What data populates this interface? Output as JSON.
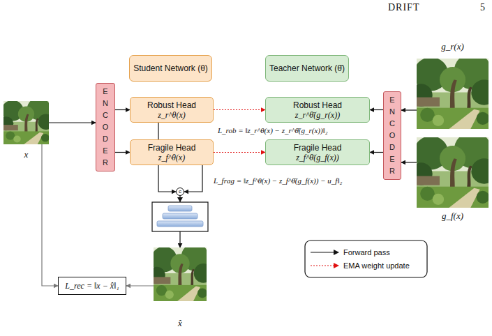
{
  "diagram": {
    "nodes": [
      {
        "text": [
          "Student Network (θ)"
        ]
      },
      {
        "text": [
          "Teacher Network (θ̄)"
        ]
      },
      {
        "text": [
          "x"
        ]
      },
      {
        "text": [
          "E N C O D E R"
        ]
      },
      {
        "text": [
          "Robust Head",
          "z_r^θ(x)"
        ]
      },
      {
        "text": [
          "Fragile Head",
          "z_f^θ(x)"
        ]
      },
      {
        "text": [
          "Robust Head",
          "z_r^θ̄(g_r(x))"
        ]
      },
      {
        "text": [
          "Fragile Head",
          "z_f^θ̄(g_f(x))"
        ]
      },
      {
        "text": [
          "E N C O D E R"
        ]
      },
      {
        "text": [
          "g_r(x)"
        ]
      },
      {
        "text": [
          "g_f(x)"
        ]
      },
      {
        "text": [
          "c"
        ]
      },
      {
        "text": [
          "x̂"
        ]
      },
      {
        "text": [
          "L_rec = ‖x − x̂‖₁"
        ]
      }
    ],
    "edges": [
      {
        "from": 2,
        "to": 3,
        "arrow": "to"
      },
      {
        "from": 3,
        "to": 4,
        "arrow": "to"
      },
      {
        "from": 3,
        "to": 5,
        "arrow": "to"
      },
      {
        "from": 4,
        "to": 11,
        "arrow": "to"
      },
      {
        "from": 5,
        "to": 11,
        "arrow": "to"
      },
      {
        "from": 11,
        "to": 12,
        "arrow": "to"
      },
      {
        "from": 4,
        "to": 6,
        "arrow": "to"
      },
      {
        "from": 5,
        "to": 7,
        "arrow": "to"
      },
      {
        "from": 8,
        "to": 6,
        "arrow": "to"
      },
      {
        "from": 8,
        "to": 7,
        "arrow": "to"
      },
      {
        "from": 9,
        "to": 8,
        "arrow": "to"
      },
      {
        "from": 10,
        "to": 8,
        "arrow": "to"
      },
      {
        "from": 2,
        "to": 13,
        "arrow": "to"
      },
      {
        "from": 12,
        "to": 13,
        "arrow": "to"
      }
    ],
    "labels": [
      "DRIFT",
      "5",
      "L_rob = ‖z_r^θ(x) − z_r^θ̄(g_r(x))‖₂",
      "L_frag = ‖z_f^θ(x) − z_f^θ̄(g_f(x)) − u_f‖₂"
    ],
    "legend": [
      {
        "text": "Forward pass"
      },
      {
        "text": "EMA weight update"
      }
    ]
  }
}
